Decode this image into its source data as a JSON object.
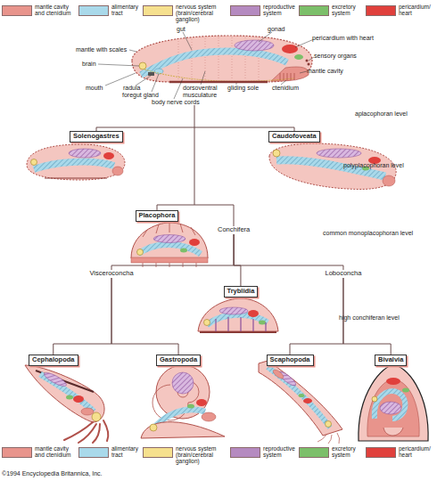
{
  "diagram": {
    "nodes": [
      {
        "text": [
          "Solenogastres"
        ]
      },
      {
        "text": [
          "Caudofoveata"
        ]
      },
      {
        "text": [
          "Placophora"
        ]
      },
      {
        "text": [
          "Conchifera"
        ]
      },
      {
        "text": [
          "Visceroconcha"
        ]
      },
      {
        "text": [
          "Tryblidia"
        ]
      },
      {
        "text": [
          "Loboconcha"
        ]
      },
      {
        "text": [
          "Cephalopoda"
        ]
      },
      {
        "text": [
          "Gastropoda"
        ]
      },
      {
        "text": [
          "Scaphopoda"
        ]
      },
      {
        "text": [
          "Bivalvia"
        ]
      }
    ],
    "edges": [
      {
        "from": 3,
        "to": 4,
        "arrow": "none"
      },
      {
        "from": 3,
        "to": 5,
        "arrow": "none"
      },
      {
        "from": 3,
        "to": 6,
        "arrow": "none"
      },
      {
        "from": 4,
        "to": 7,
        "arrow": "none"
      },
      {
        "from": 4,
        "to": 8,
        "arrow": "none"
      },
      {
        "from": 6,
        "to": 9,
        "arrow": "none"
      },
      {
        "from": 6,
        "to": 10,
        "arrow": "none"
      }
    ],
    "labels": [
      "mantle with scales",
      "gut",
      "gonad",
      "pericardium with heart",
      "brain",
      "sensory organs",
      "mantle cavity",
      "mouth",
      "radula",
      "dorsoventral musculature",
      "gliding sole",
      "ctenidium",
      "foregut gland",
      "body nerve cords",
      "aplacophoran level",
      "polyplacophoran level",
      "common monoplacophoran level",
      "high conchiferan level",
      "©1994 Encyclopedia Britannica, Inc."
    ],
    "legend": [
      {
        "text": "mantle cavity and ctenidium",
        "color": "#e8948c"
      },
      {
        "text": "alimentary tract",
        "color": "#a9d9ea"
      },
      {
        "text": "nervous system (brain/cerebral ganglion)",
        "color": "#f6e08e"
      },
      {
        "text": "reproductive system",
        "color": "#b58ac0"
      },
      {
        "text": "excretory system",
        "color": "#7cbf6a"
      },
      {
        "text": "pericardium/ heart",
        "color": "#e0403c"
      },
      {
        "text": "mantle cavity and ctenidium",
        "color": "#e8948c"
      },
      {
        "text": "alimentary tract",
        "color": "#a9d9ea"
      },
      {
        "text": "nervous system (brain/cerebral ganglion)",
        "color": "#f6e08e"
      },
      {
        "text": "reproductive system",
        "color": "#b58ac0"
      },
      {
        "text": "excretory system",
        "color": "#7cbf6a"
      },
      {
        "text": "pericardium/ heart",
        "color": "#e0403c"
      }
    ]
  }
}
